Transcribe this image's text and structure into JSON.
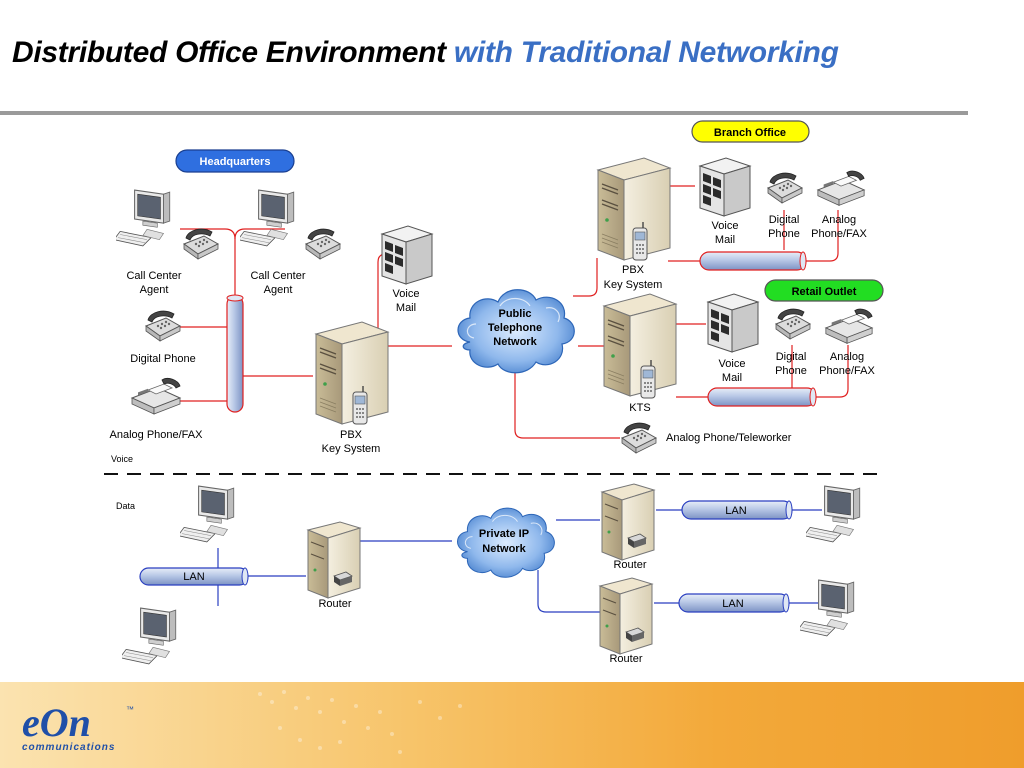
{
  "title": {
    "part1": "Distributed Office Environment",
    "part2": "with Traditional Networking"
  },
  "badges": {
    "headquarters": "Headquarters",
    "branch": "Branch Office",
    "retail": "Retail Outlet"
  },
  "section_labels": {
    "voice": "Voice",
    "data": "Data"
  },
  "hq": {
    "agent1": [
      "Call Center",
      "Agent"
    ],
    "agent2": [
      "Call Center",
      "Agent"
    ],
    "digital_phone": "Digital Phone",
    "analog_fax": "Analog Phone/FAX",
    "voice_mail": [
      "Voice",
      "Mail"
    ],
    "pbx": [
      "PBX",
      "Key System"
    ]
  },
  "pstn": [
    "Public",
    "Telephone",
    "Network"
  ],
  "branch": {
    "voice_mail": [
      "Voice",
      "Mail"
    ],
    "digital_phone": [
      "Digital",
      "Phone"
    ],
    "analog_fax": [
      "Analog",
      "Phone/FAX"
    ],
    "pbx": [
      "PBX",
      "Key System"
    ]
  },
  "retail": {
    "voice_mail": [
      "Voice",
      "Mail"
    ],
    "digital_phone": [
      "Digital",
      "Phone"
    ],
    "analog_fax": [
      "Analog",
      "Phone/FAX"
    ],
    "kts": "KTS"
  },
  "teleworker": "Analog Phone/Teleworker",
  "data_net": {
    "cloud": [
      "Private IP",
      "Network"
    ],
    "lan_left": "LAN",
    "lan_right_top": "LAN",
    "lan_right_bottom": "LAN",
    "router_left": "Router",
    "router_right_top": "Router",
    "router_right_bottom": "Router"
  },
  "logo": {
    "wordmark": "eOn",
    "tagline": "communications",
    "tm": "™"
  },
  "colors": {
    "voice_line": "#e02020",
    "data_line": "#2a3fc0",
    "headquarters": "#2f6fe0",
    "branch": "#ffff00",
    "retail": "#22dd22"
  }
}
